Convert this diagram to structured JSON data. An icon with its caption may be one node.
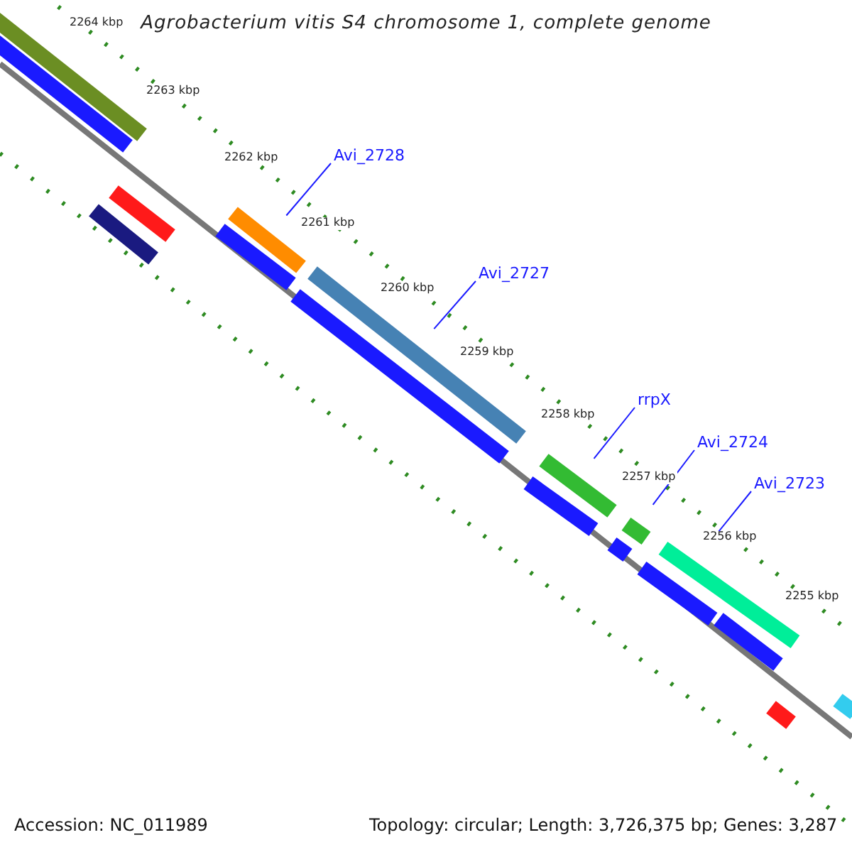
{
  "diagram": {
    "title": "Agrobacterium vitis S4 chromosome 1, complete genome",
    "nodes": [
      {
        "text": [
          "Avi_2728"
        ]
      },
      {
        "text": [
          "Avi_2727"
        ]
      },
      {
        "text": [
          "rrpX"
        ]
      },
      {
        "text": [
          "Avi_2724"
        ]
      },
      {
        "text": [
          "Avi_2723"
        ]
      },
      {
        "text": [],
        "shape": "bar"
      },
      {
        "text": [],
        "shape": "bar"
      },
      {
        "text": [],
        "shape": "bar"
      },
      {
        "text": [],
        "shape": "bar"
      },
      {
        "text": [],
        "shape": "bar"
      }
    ],
    "edges": [
      {
        "from": 0,
        "to": 5,
        "arrow": "none"
      },
      {
        "from": 1,
        "to": 6,
        "arrow": "none"
      },
      {
        "from": 2,
        "to": 7,
        "arrow": "none"
      },
      {
        "from": 3,
        "to": 8,
        "arrow": "none"
      },
      {
        "from": 4,
        "to": 9,
        "arrow": "none"
      }
    ],
    "labels": [
      "2264 kbp",
      "2263 kbp",
      "2262 kbp",
      "2261 kbp",
      "2260 kbp",
      "2259 kbp",
      "2258 kbp",
      "2257 kbp",
      "2256 kbp",
      "2255 kbp",
      "Accession: NC_011989",
      "Topology: circular; Length: 3,726,375 bp; Genes: 3,287"
    ]
  }
}
